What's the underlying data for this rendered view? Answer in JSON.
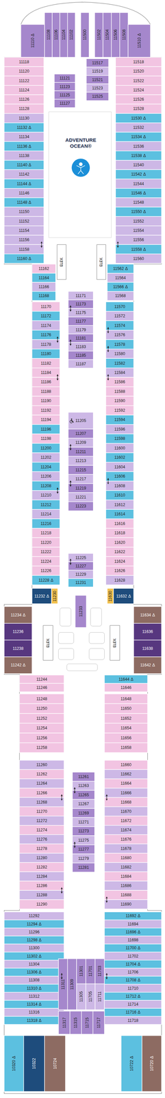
{
  "diagram": {
    "nodes": [
      {
        "text": [
          "11110",
          "Δ"
        ]
      },
      {
        "text": [
          "11108"
        ]
      },
      {
        "text": [
          "11106"
        ]
      },
      {
        "text": [
          "11104"
        ]
      },
      {
        "text": [
          "11102"
        ]
      },
      {
        "text": [
          "11500"
        ]
      },
      {
        "text": [
          "11502"
        ]
      },
      {
        "text": [
          "11504"
        ]
      },
      {
        "text": [
          "11506"
        ]
      },
      {
        "text": [
          "11508"
        ]
      },
      {
        "text": [
          "11510",
          "Δ"
        ]
      },
      {
        "text": [
          "11517"
        ]
      },
      {
        "text": [
          "11519"
        ]
      },
      {
        "text": [
          "11521"
        ]
      },
      {
        "text": [
          "11523"
        ]
      },
      {
        "text": [
          "11525"
        ]
      },
      {
        "text": [
          "11118"
        ]
      },
      {
        "text": [
          "11120"
        ]
      },
      {
        "text": [
          "11122"
        ]
      },
      {
        "text": [
          "11124"
        ]
      },
      {
        "text": [
          "11126"
        ]
      },
      {
        "text": [
          "11128"
        ]
      },
      {
        "text": [
          "11130"
        ]
      },
      {
        "text": [
          "11132",
          "Δ"
        ]
      },
      {
        "text": [
          "11134"
        ]
      },
      {
        "text": [
          "11136",
          "Δ"
        ]
      },
      {
        "text": [
          "11138"
        ]
      },
      {
        "text": [
          "11140",
          "Δ"
        ]
      },
      {
        "text": [
          "11142"
        ]
      },
      {
        "text": [
          "11144",
          "Δ"
        ]
      },
      {
        "text": [
          "11146"
        ]
      },
      {
        "text": [
          "11148",
          "Δ"
        ]
      },
      {
        "text": [
          "11150"
        ]
      },
      {
        "text": [
          "11152"
        ]
      },
      {
        "text": [
          "11154"
        ]
      },
      {
        "text": [
          "11156"
        ]
      },
      {
        "text": [
          "11158"
        ]
      },
      {
        "text": [
          "11160",
          "Δ"
        ]
      },
      {
        "text": [
          "11121"
        ]
      },
      {
        "text": [
          "11123"
        ]
      },
      {
        "text": [
          "11125"
        ]
      },
      {
        "text": [
          "11127"
        ]
      },
      {
        "text": [
          "11518"
        ]
      },
      {
        "text": [
          "11520"
        ]
      },
      {
        "text": [
          "11522"
        ]
      },
      {
        "text": [
          "11524"
        ]
      },
      {
        "text": [
          "11526"
        ]
      },
      {
        "text": [
          "11528"
        ]
      },
      {
        "text": [
          "11530",
          "Δ"
        ]
      },
      {
        "text": [
          "11532"
        ]
      },
      {
        "text": [
          "11534",
          "Δ"
        ]
      },
      {
        "text": [
          "11536"
        ]
      },
      {
        "text": [
          "11538",
          "Δ"
        ]
      },
      {
        "text": [
          "11540"
        ]
      },
      {
        "text": [
          "11542",
          "Δ"
        ]
      },
      {
        "text": [
          "11544"
        ]
      },
      {
        "text": [
          "11546",
          "Δ"
        ]
      },
      {
        "text": [
          "11548"
        ]
      },
      {
        "text": [
          "11550",
          "Δ"
        ]
      },
      {
        "text": [
          "11552"
        ]
      },
      {
        "text": [
          "11554"
        ]
      },
      {
        "text": [
          "11556"
        ]
      },
      {
        "text": [
          "11558",
          "Δ"
        ]
      },
      {
        "text": [
          "11560"
        ]
      },
      {
        "text": [
          "11162"
        ]
      },
      {
        "text": [
          "11164"
        ]
      },
      {
        "text": [
          "11166"
        ]
      },
      {
        "text": [
          "11168"
        ]
      },
      {
        "text": [
          "11562",
          "Δ"
        ]
      },
      {
        "text": [
          "11564"
        ]
      },
      {
        "text": [
          "11566",
          "Δ"
        ]
      },
      {
        "text": [
          "11568"
        ]
      },
      {
        "text": [
          "11170"
        ]
      },
      {
        "text": [
          "11172"
        ]
      },
      {
        "text": [
          "11174"
        ]
      },
      {
        "text": [
          "11176"
        ]
      },
      {
        "text": [
          "11178"
        ]
      },
      {
        "text": [
          "11180"
        ]
      },
      {
        "text": [
          "11182"
        ]
      },
      {
        "text": [
          "11184"
        ]
      },
      {
        "text": [
          "11186"
        ]
      },
      {
        "text": [
          "11188"
        ]
      },
      {
        "text": [
          "11190"
        ]
      },
      {
        "text": [
          "11192"
        ]
      },
      {
        "text": [
          "11194"
        ]
      },
      {
        "text": [
          "11196"
        ]
      },
      {
        "text": [
          "11198"
        ]
      },
      {
        "text": [
          "11200"
        ]
      },
      {
        "text": [
          "11202"
        ]
      },
      {
        "text": [
          "11204"
        ]
      },
      {
        "text": [
          "11206"
        ]
      },
      {
        "text": [
          "11208"
        ]
      },
      {
        "text": [
          "11210"
        ]
      },
      {
        "text": [
          "11212"
        ]
      },
      {
        "text": [
          "11214"
        ]
      },
      {
        "text": [
          "11216"
        ]
      },
      {
        "text": [
          "11218"
        ]
      },
      {
        "text": [
          "11220"
        ]
      },
      {
        "text": [
          "11222"
        ]
      },
      {
        "text": [
          "11224"
        ]
      },
      {
        "text": [
          "11226"
        ]
      },
      {
        "text": [
          "11228",
          "Δ"
        ]
      },
      {
        "text": [
          "11171"
        ]
      },
      {
        "text": [
          "11173"
        ]
      },
      {
        "text": [
          "11175"
        ]
      },
      {
        "text": [
          "11177"
        ]
      },
      {
        "text": [
          "11179"
        ]
      },
      {
        "text": [
          "11181"
        ]
      },
      {
        "text": [
          "11183"
        ]
      },
      {
        "text": [
          "11185"
        ]
      },
      {
        "text": [
          "11187"
        ]
      },
      {
        "text": [
          "11205"
        ]
      },
      {
        "text": [
          "11207"
        ]
      },
      {
        "text": [
          "11209"
        ]
      },
      {
        "text": [
          "11211"
        ]
      },
      {
        "text": [
          "11213"
        ]
      },
      {
        "text": [
          "11215"
        ]
      },
      {
        "text": [
          "11217"
        ]
      },
      {
        "text": [
          "11219"
        ]
      },
      {
        "text": [
          "11221"
        ]
      },
      {
        "text": [
          "11223"
        ]
      },
      {
        "text": [
          "11225"
        ]
      },
      {
        "text": [
          "11227"
        ]
      },
      {
        "text": [
          "11229"
        ]
      },
      {
        "text": [
          "11231"
        ]
      },
      {
        "text": [
          "11570"
        ]
      },
      {
        "text": [
          "11572"
        ]
      },
      {
        "text": [
          "11574"
        ]
      },
      {
        "text": [
          "11576"
        ]
      },
      {
        "text": [
          "11578"
        ]
      },
      {
        "text": [
          "11580"
        ]
      },
      {
        "text": [
          "11582"
        ]
      },
      {
        "text": [
          "11584"
        ]
      },
      {
        "text": [
          "11586"
        ]
      },
      {
        "text": [
          "11588"
        ]
      },
      {
        "text": [
          "11590"
        ]
      },
      {
        "text": [
          "11592"
        ]
      },
      {
        "text": [
          "11594"
        ]
      },
      {
        "text": [
          "11596"
        ]
      },
      {
        "text": [
          "11598"
        ]
      },
      {
        "text": [
          "11600"
        ]
      },
      {
        "text": [
          "11602"
        ]
      },
      {
        "text": [
          "11604"
        ]
      },
      {
        "text": [
          "11606"
        ]
      },
      {
        "text": [
          "11608"
        ]
      },
      {
        "text": [
          "11610"
        ]
      },
      {
        "text": [
          "11612"
        ]
      },
      {
        "text": [
          "11614"
        ]
      },
      {
        "text": [
          "11616"
        ]
      },
      {
        "text": [
          "11618"
        ]
      },
      {
        "text": [
          "11620"
        ]
      },
      {
        "text": [
          "11622"
        ]
      },
      {
        "text": [
          "11624"
        ]
      },
      {
        "text": [
          "11626"
        ]
      },
      {
        "text": [
          "11628"
        ]
      },
      {
        "text": [
          "11232",
          "Δ"
        ]
      },
      {
        "text": [
          "11230"
        ]
      },
      {
        "text": [
          "11233"
        ]
      },
      {
        "text": [
          "11630"
        ]
      },
      {
        "text": [
          "11632",
          "Δ"
        ]
      },
      {
        "text": [
          "11234",
          "Δ"
        ]
      },
      {
        "text": [
          "11236"
        ]
      },
      {
        "text": [
          "11238"
        ]
      },
      {
        "text": [
          "11242",
          "Δ"
        ]
      },
      {
        "text": [
          "11634",
          "Δ"
        ]
      },
      {
        "text": [
          "11636"
        ]
      },
      {
        "text": [
          "11638"
        ]
      },
      {
        "text": [
          "11642",
          "Δ"
        ]
      },
      {
        "text": [
          "11244"
        ]
      },
      {
        "text": [
          "11246"
        ]
      },
      {
        "text": [
          "11644",
          "Δ"
        ]
      },
      {
        "text": [
          "11646"
        ]
      },
      {
        "text": [
          "11248"
        ]
      },
      {
        "text": [
          "11250"
        ]
      },
      {
        "text": [
          "11252"
        ]
      },
      {
        "text": [
          "11254"
        ]
      },
      {
        "text": [
          "11256"
        ]
      },
      {
        "text": [
          "11258"
        ]
      },
      {
        "text": [
          "11648"
        ]
      },
      {
        "text": [
          "11650"
        ]
      },
      {
        "text": [
          "11652"
        ]
      },
      {
        "text": [
          "11654"
        ]
      },
      {
        "text": [
          "11656"
        ]
      },
      {
        "text": [
          "11658"
        ]
      },
      {
        "text": [
          "11260"
        ]
      },
      {
        "text": [
          "11262"
        ]
      },
      {
        "text": [
          "11264"
        ]
      },
      {
        "text": [
          "11266"
        ]
      },
      {
        "text": [
          "11268"
        ]
      },
      {
        "text": [
          "11270"
        ]
      },
      {
        "text": [
          "11272"
        ]
      },
      {
        "text": [
          "11274"
        ]
      },
      {
        "text": [
          "11276"
        ]
      },
      {
        "text": [
          "11278"
        ]
      },
      {
        "text": [
          "11280"
        ]
      },
      {
        "text": [
          "11282"
        ]
      },
      {
        "text": [
          "11284"
        ]
      },
      {
        "text": [
          "11286"
        ]
      },
      {
        "text": [
          "11288"
        ]
      },
      {
        "text": [
          "11290"
        ]
      },
      {
        "text": [
          "11261"
        ]
      },
      {
        "text": [
          "11263"
        ]
      },
      {
        "text": [
          "11265"
        ]
      },
      {
        "text": [
          "11267"
        ]
      },
      {
        "text": [
          "11269"
        ]
      },
      {
        "text": [
          "11271"
        ]
      },
      {
        "text": [
          "11273"
        ]
      },
      {
        "text": [
          "11275"
        ]
      },
      {
        "text": [
          "11277"
        ]
      },
      {
        "text": [
          "11279"
        ]
      },
      {
        "text": [
          "11281"
        ]
      },
      {
        "text": [
          "11660"
        ]
      },
      {
        "text": [
          "11662"
        ]
      },
      {
        "text": [
          "11664"
        ]
      },
      {
        "text": [
          "11666"
        ]
      },
      {
        "text": [
          "11668"
        ]
      },
      {
        "text": [
          "11670"
        ]
      },
      {
        "text": [
          "11672"
        ]
      },
      {
        "text": [
          "11674"
        ]
      },
      {
        "text": [
          "11676"
        ]
      },
      {
        "text": [
          "11678"
        ]
      },
      {
        "text": [
          "11680"
        ]
      },
      {
        "text": [
          "11682"
        ]
      },
      {
        "text": [
          "11684"
        ]
      },
      {
        "text": [
          "11686"
        ]
      },
      {
        "text": [
          "11688"
        ]
      },
      {
        "text": [
          "11690"
        ]
      },
      {
        "text": [
          "11292"
        ]
      },
      {
        "text": [
          "11294",
          "Δ"
        ]
      },
      {
        "text": [
          "11296"
        ]
      },
      {
        "text": [
          "11298",
          "Δ"
        ]
      },
      {
        "text": [
          "11300"
        ]
      },
      {
        "text": [
          "11302",
          "Δ"
        ]
      },
      {
        "text": [
          "11304"
        ]
      },
      {
        "text": [
          "11306",
          "Δ"
        ]
      },
      {
        "text": [
          "11308"
        ]
      },
      {
        "text": [
          "11310",
          "Δ"
        ]
      },
      {
        "text": [
          "11312"
        ]
      },
      {
        "text": [
          "11314",
          "Δ"
        ]
      },
      {
        "text": [
          "11316"
        ]
      },
      {
        "text": [
          "11318",
          "Δ"
        ]
      },
      {
        "text": [
          "11692",
          "Δ"
        ]
      },
      {
        "text": [
          "11694"
        ]
      },
      {
        "text": [
          "11696",
          "Δ"
        ]
      },
      {
        "text": [
          "11698"
        ]
      },
      {
        "text": [
          "11700",
          "Δ"
        ]
      },
      {
        "text": [
          "11702"
        ]
      },
      {
        "text": [
          "11704",
          "Δ"
        ]
      },
      {
        "text": [
          "11706"
        ]
      },
      {
        "text": [
          "11708",
          "Δ"
        ]
      },
      {
        "text": [
          "11710"
        ]
      },
      {
        "text": [
          "11712",
          "Δ"
        ]
      },
      {
        "text": [
          "11714"
        ]
      },
      {
        "text": [
          "11716",
          "Δ"
        ]
      },
      {
        "text": [
          "11718"
        ]
      },
      {
        "text": [
          "11311"
        ]
      },
      {
        "text": [
          "11309"
        ]
      },
      {
        "text": [
          "11301"
        ]
      },
      {
        "text": [
          "11701"
        ]
      },
      {
        "text": [
          "11703"
        ]
      },
      {
        "text": [
          "11305"
        ]
      },
      {
        "text": [
          "11705"
        ]
      },
      {
        "text": [
          "11711"
        ]
      },
      {
        "text": [
          "11317"
        ]
      },
      {
        "text": [
          "11315"
        ]
      },
      {
        "text": [
          "11715"
        ]
      },
      {
        "text": [
          "11717"
        ]
      },
      {
        "text": [
          "10320",
          "Δ"
        ]
      },
      {
        "text": [
          "10322"
        ]
      },
      {
        "text": [
          "10724"
        ]
      },
      {
        "text": [
          "10722",
          "Δ"
        ]
      },
      {
        "text": [
          "10720",
          "Δ"
        ]
      }
    ],
    "edges": [
      {
        "from": 35,
        "to": 36,
        "arrow": "both"
      },
      {
        "from": 61,
        "to": 62,
        "arrow": "both"
      },
      {
        "from": 75,
        "to": 76,
        "arrow": "both"
      },
      {
        "from": 79,
        "to": 80,
        "arrow": "both"
      },
      {
        "from": 91,
        "to": 92,
        "arrow": "both"
      },
      {
        "from": 127,
        "to": 128,
        "arrow": "both"
      },
      {
        "from": 129,
        "to": 130,
        "arrow": "both"
      },
      {
        "from": 132,
        "to": 133,
        "arrow": "both"
      },
      {
        "from": 143,
        "to": 144,
        "arrow": "both"
      },
      {
        "from": 103,
        "to": 104,
        "arrow": "both"
      },
      {
        "from": 107,
        "to": 108,
        "arrow": "both"
      },
      {
        "from": 113,
        "to": 114,
        "arrow": "both"
      },
      {
        "from": 117,
        "to": 118,
        "arrow": "both"
      },
      {
        "from": 121,
        "to": 122,
        "arrow": "both"
      },
      {
        "from": 187,
        "to": 188,
        "arrow": "both"
      },
      {
        "from": 197,
        "to": 198,
        "arrow": "both"
      },
      {
        "from": 201,
        "to": 202,
        "arrow": "both"
      },
      {
        "from": 207,
        "to": 208,
        "arrow": "both"
      },
      {
        "from": 214,
        "to": 215,
        "arrow": "both"
      },
      {
        "from": 225,
        "to": 226,
        "arrow": "both"
      },
      {
        "from": 234,
        "to": 235,
        "arrow": "both"
      },
      {
        "from": 248,
        "to": 249,
        "arrow": "both"
      }
    ],
    "labels": [
      "ADVENTURE OCEAN®",
      "ELEV.",
      "ELEV.",
      "ELEV.",
      "ELEV."
    ]
  }
}
